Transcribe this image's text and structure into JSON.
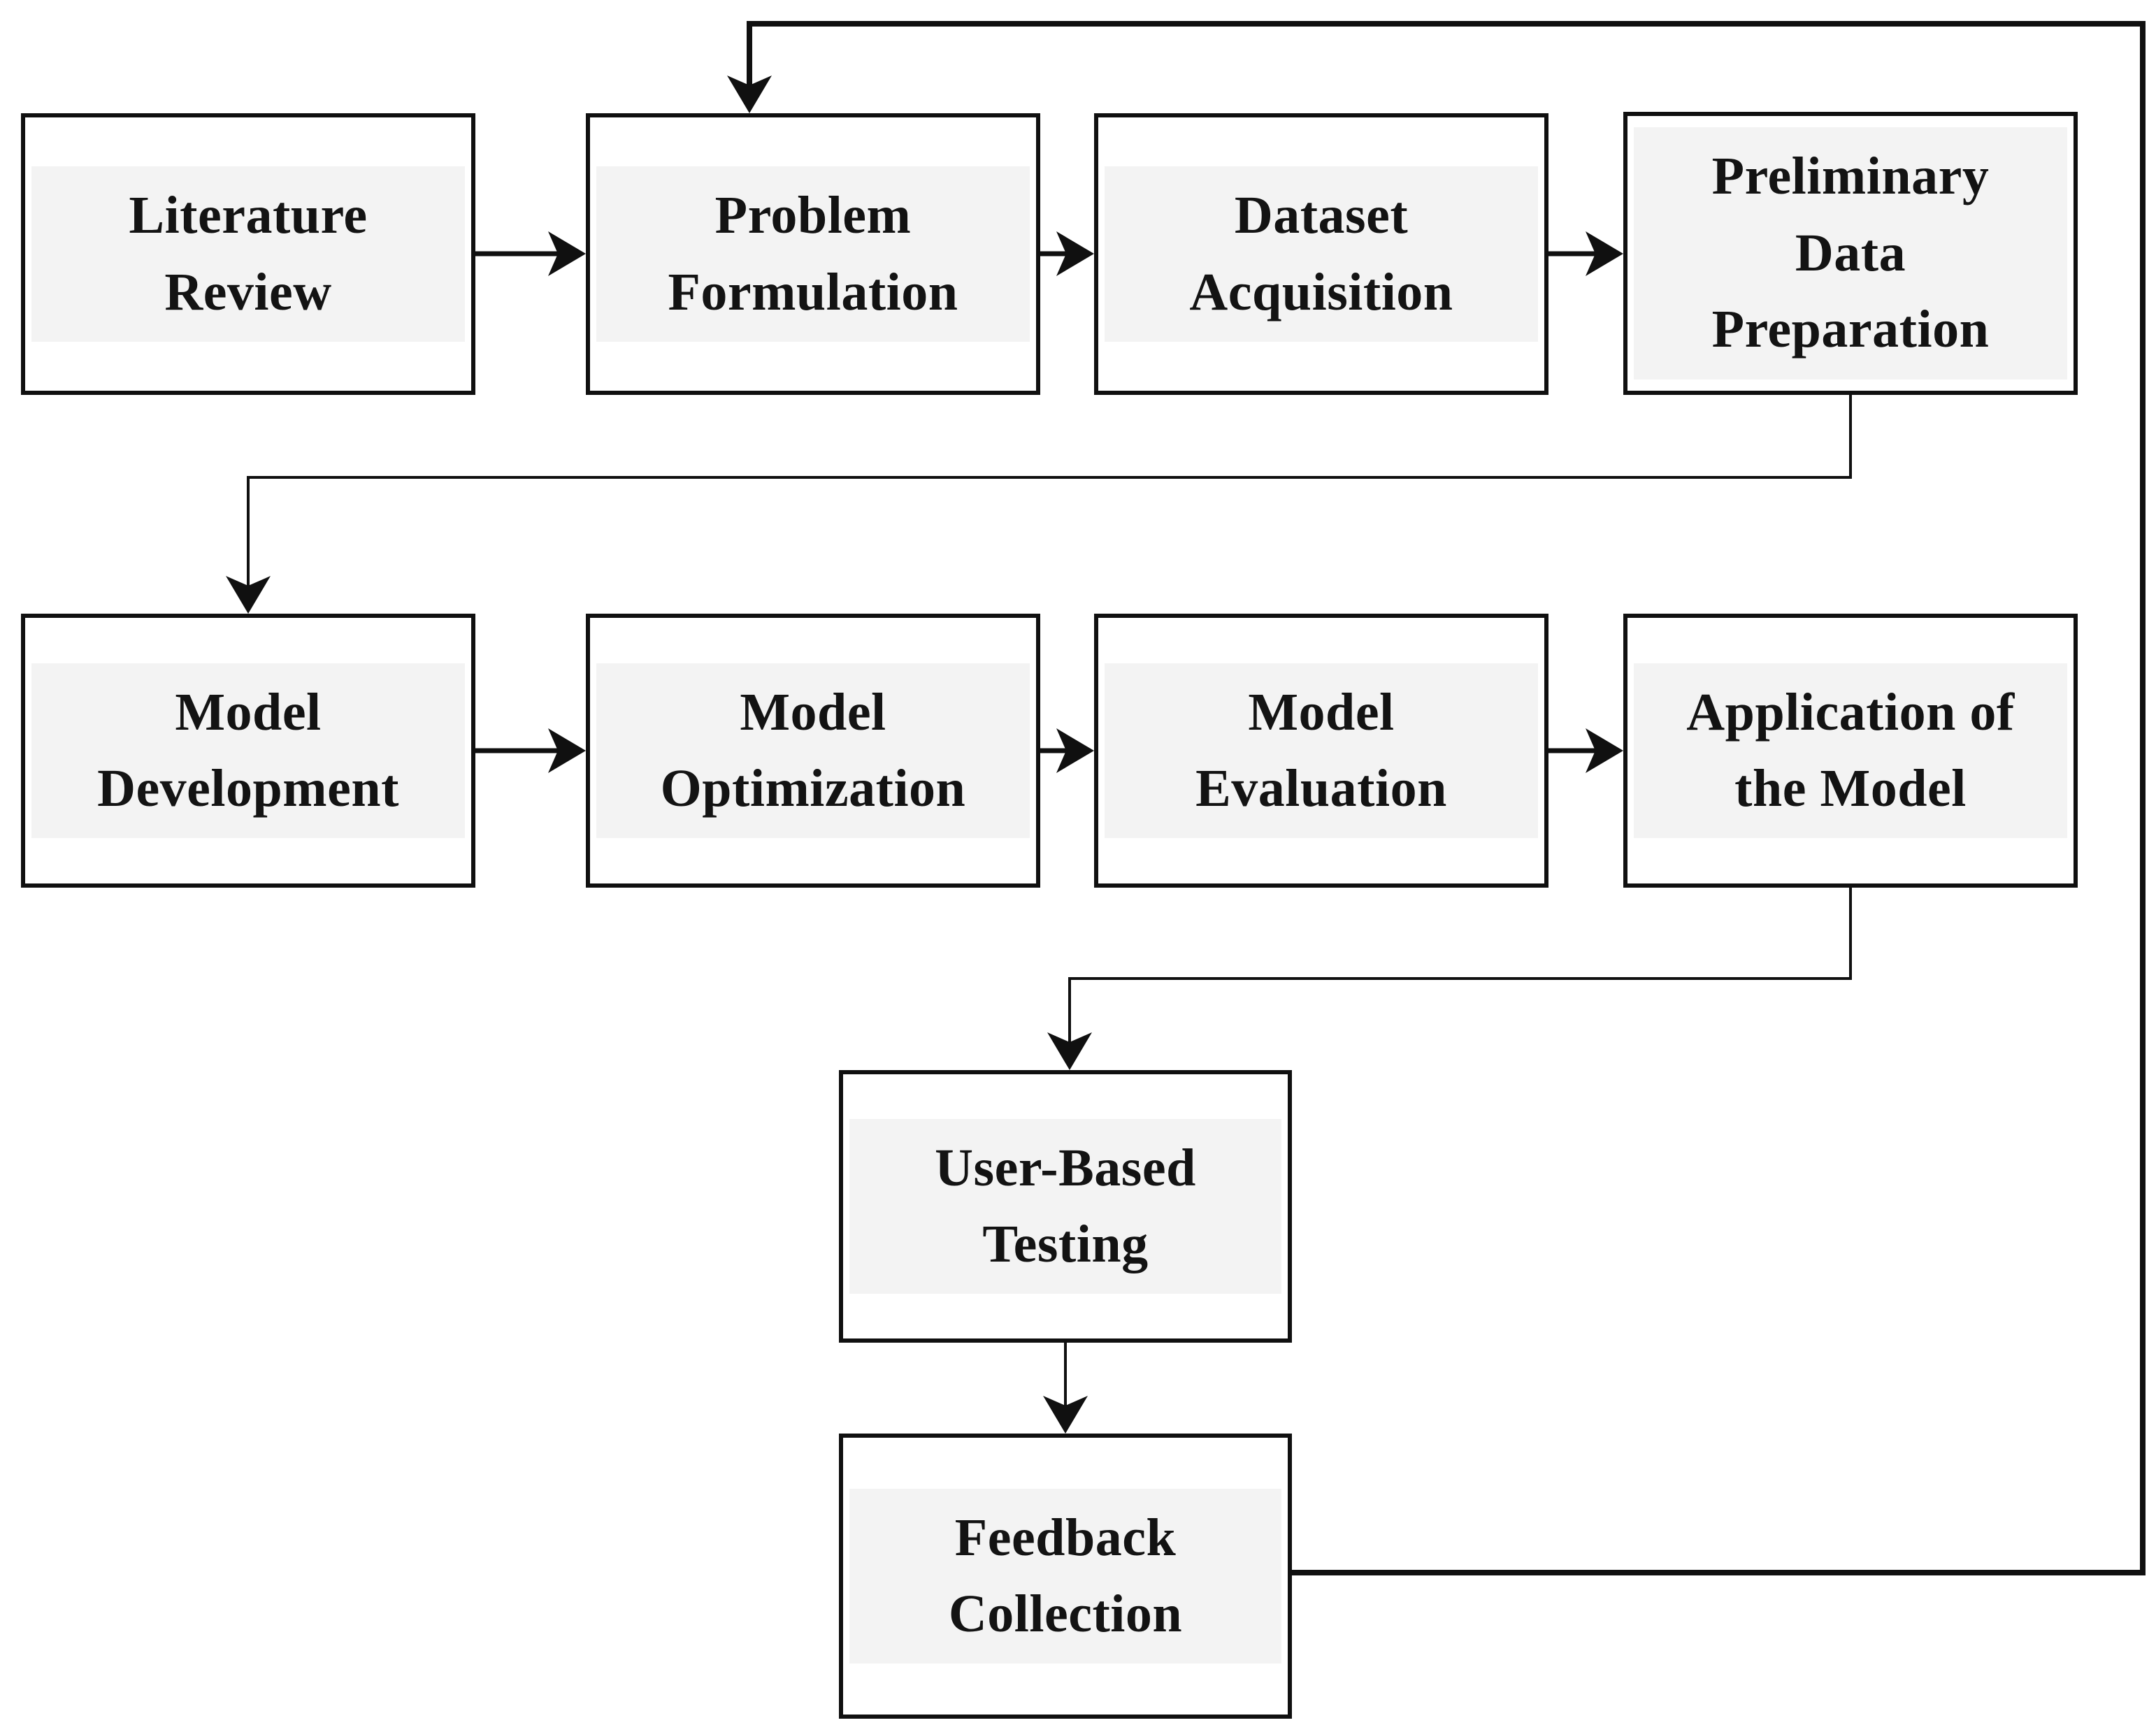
{
  "diagram": {
    "type": "flowchart",
    "colors": {
      "background": "#ffffff",
      "box_border": "#101010",
      "box_fill": "#ffffff",
      "label_band_fill": "#f3f3f3",
      "connector": "#101010",
      "text": "#131313"
    },
    "nodes": [
      {
        "id": "literature-review",
        "label": "Literature\nReview"
      },
      {
        "id": "problem-formulation",
        "label": "Problem\nFormulation"
      },
      {
        "id": "dataset-acquisition",
        "label": "Dataset\nAcquisition"
      },
      {
        "id": "preliminary-data-preparation",
        "label": "Preliminary\nData\nPreparation"
      },
      {
        "id": "model-development",
        "label": "Model\nDevelopment"
      },
      {
        "id": "model-optimization",
        "label": "Model\nOptimization"
      },
      {
        "id": "model-evaluation",
        "label": "Model\nEvaluation"
      },
      {
        "id": "application-of-the-model",
        "label": "Application of\nthe Model"
      },
      {
        "id": "user-based-testing",
        "label": "User-Based\nTesting"
      },
      {
        "id": "feedback-collection",
        "label": "Feedback\nCollection"
      }
    ],
    "edges": [
      {
        "from": "literature-review",
        "to": "problem-formulation"
      },
      {
        "from": "problem-formulation",
        "to": "dataset-acquisition"
      },
      {
        "from": "dataset-acquisition",
        "to": "preliminary-data-preparation"
      },
      {
        "from": "preliminary-data-preparation",
        "to": "model-development"
      },
      {
        "from": "model-development",
        "to": "model-optimization"
      },
      {
        "from": "model-optimization",
        "to": "model-evaluation"
      },
      {
        "from": "model-evaluation",
        "to": "application-of-the-model"
      },
      {
        "from": "application-of-the-model",
        "to": "user-based-testing"
      },
      {
        "from": "user-based-testing",
        "to": "feedback-collection"
      },
      {
        "from": "feedback-collection",
        "to": "problem-formulation"
      }
    ]
  }
}
